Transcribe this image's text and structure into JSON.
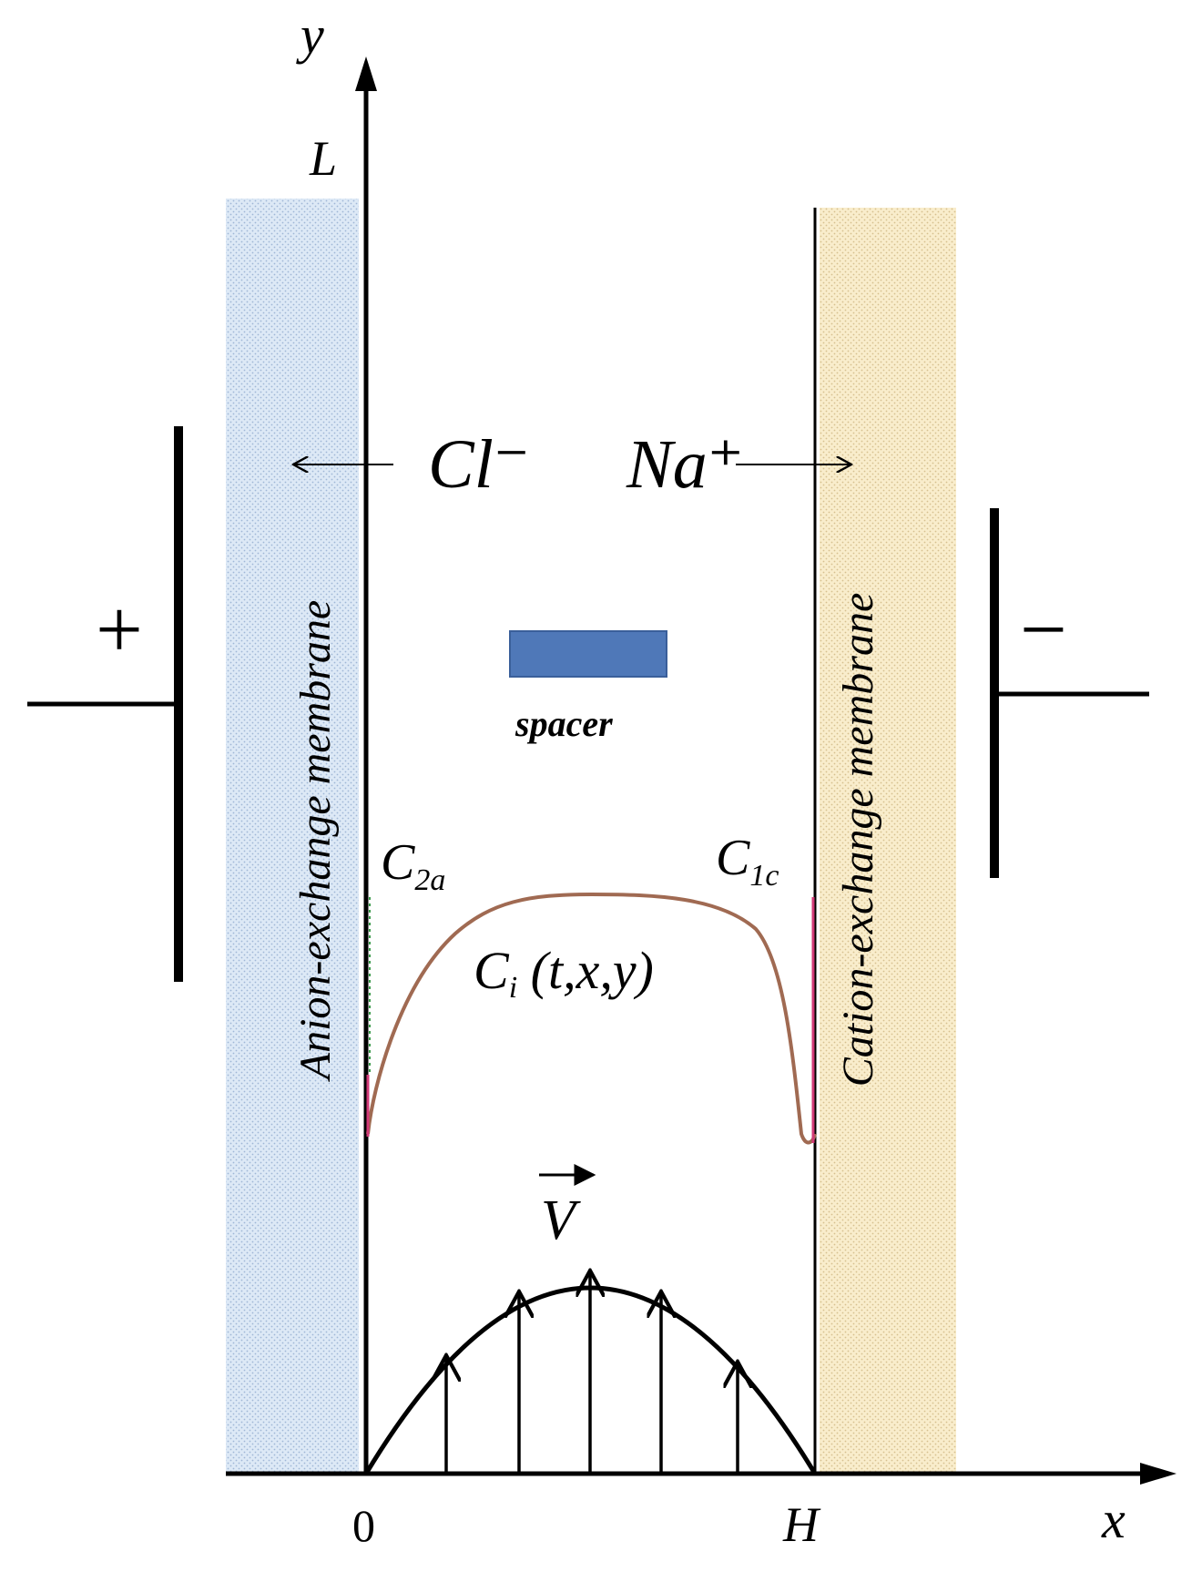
{
  "axes": {
    "y_label": "y",
    "y_top_label": "L",
    "x_label": "x",
    "x_origin_label": "0",
    "x_end_label": "H"
  },
  "ions": {
    "anion_label": "Cl⁻",
    "cation_label": "Na⁺"
  },
  "membranes": {
    "anion_label": "Anion-exchange membrane",
    "cation_label": "Cation-exchange membrane"
  },
  "electrodes": {
    "positive_sign": "+",
    "negative_sign": "−"
  },
  "spacer": {
    "label": "spacer"
  },
  "concentration": {
    "c2a_base": "C",
    "c2a_sub": "2a",
    "c1c_base": "C",
    "c1c_sub": "1c",
    "ci_base": "C",
    "ci_sub": "i",
    "ci_args": " (t,x,y)"
  },
  "velocity": {
    "label": "V"
  },
  "colors": {
    "anion_membrane": "#dce8f5",
    "cation_membrane": "#f8eccb",
    "spacer": "#4f78b8",
    "concentration_curve": "#a06a52",
    "boundary_mark": "#d23a78",
    "ink": "#000000"
  }
}
